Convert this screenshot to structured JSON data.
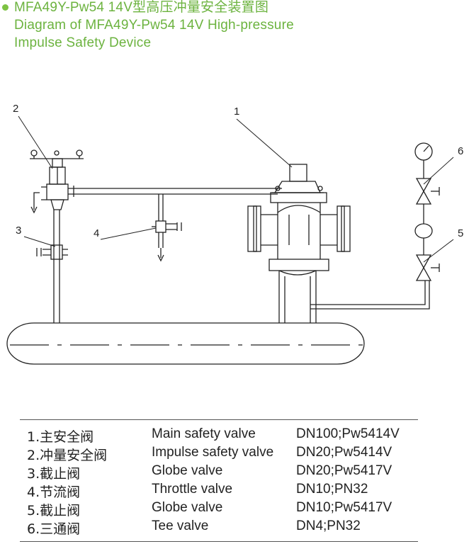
{
  "header": {
    "line1": "MFA49Y-Pw54 14V型高压冲量安全装置图",
    "line2": "Diagram of MFA49Y-Pw54 14V High-pressure",
    "line3": "Impulse Safety Device",
    "accent_color": "#6cb33f"
  },
  "diagram": {
    "callouts": [
      "1",
      "2",
      "3",
      "4",
      "5",
      "6"
    ]
  },
  "legend": {
    "rows": [
      {
        "cn": "1.主安全阀",
        "en": "Main safety valve",
        "spec": "DN100;Pw5414V"
      },
      {
        "cn": "2.冲量安全阀",
        "en": "Impulse safety valve",
        "spec": "DN20;Pw5414V"
      },
      {
        "cn": "3.截止阀",
        "en": "Globe valve",
        "spec": "DN20;Pw5417V"
      },
      {
        "cn": "4.节流阀",
        "en": "Throttle valve",
        "spec": "DN10;PN32"
      },
      {
        "cn": "5.截止阀",
        "en": "Globe valve",
        "spec": "DN10;Pw5417V"
      },
      {
        "cn": "6.三通阀",
        "en": "Tee valve",
        "spec": "DN4;PN32"
      }
    ]
  }
}
